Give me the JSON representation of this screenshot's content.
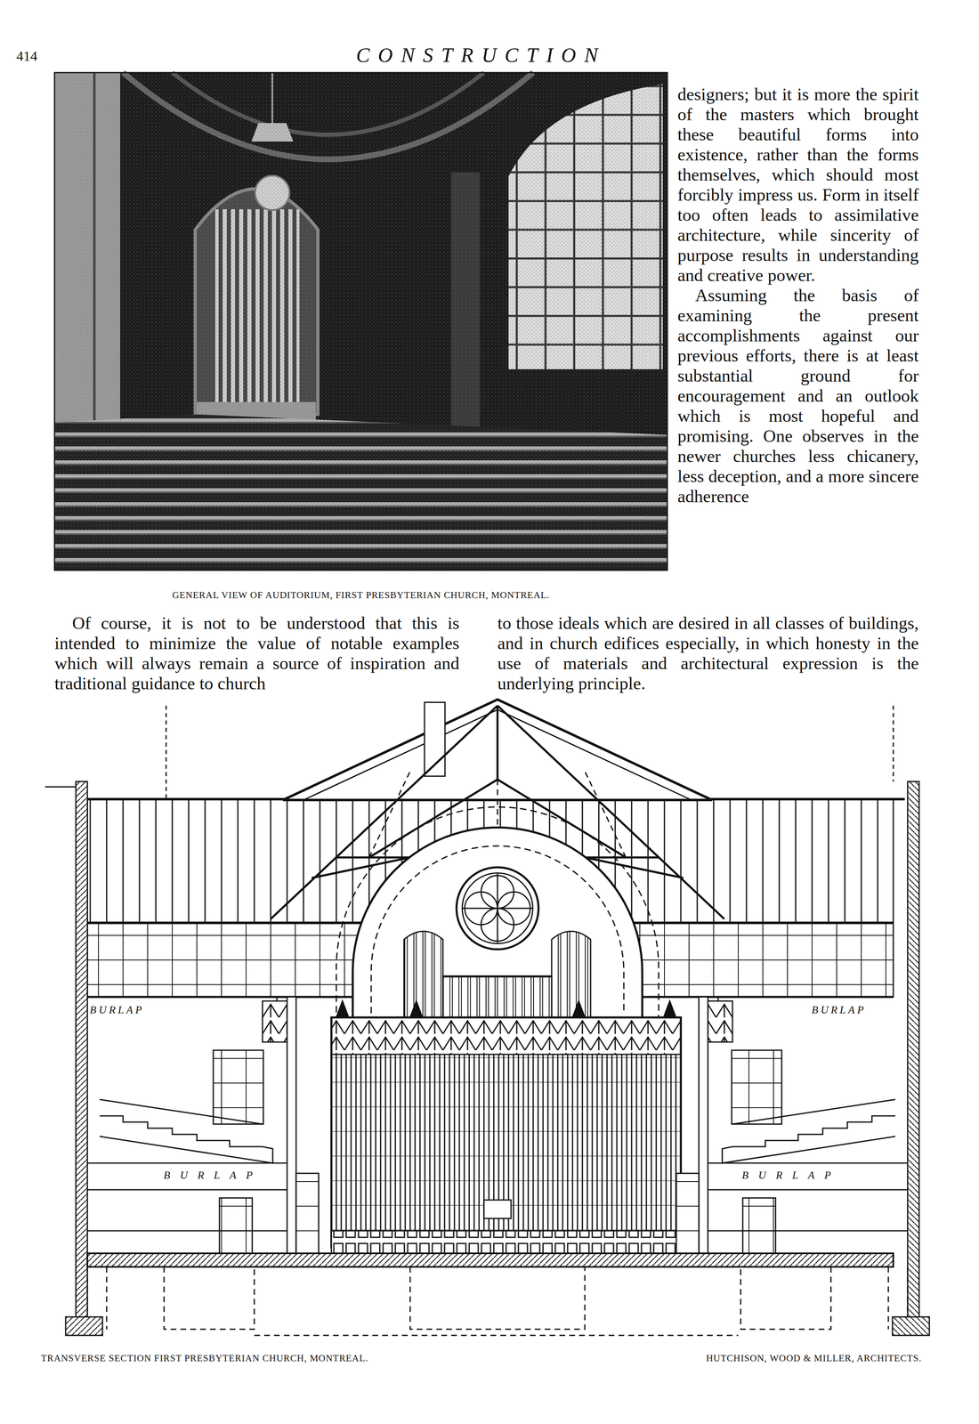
{
  "diagram": {
    "title": "CONSTRUCTION",
    "caption": "TRANSVERSE SECTION FIRST PRESBYTERIAN CHURCH, MONTREAL.",
    "labels": [
      "414",
      "GENERAL VIEW OF AUDITORIUM, FIRST PRESBYTERIAN CHURCH, MONTREAL.",
      "designers; but it is more the spirit of the masters which brought these beautiful forms into existence, rather than the forms themselves, which should most forcibly impress us. Form in itself too often leads to assimilative architecture, while sincerity of purpose results in understanding and creative power.",
      "Assuming the basis of examining the present accomplishments against our previous efforts, there is at least substantial ground for encouragement and an outlook which is most hopeful and promising. One observes in the newer churches less chicanery, less deception, and a more sincere adherence",
      "Of course, it is not to be understood that this is intended to minimize the value of notable examples which will always remain a source of inspiration and traditional guidance to church",
      "to those ideals which are desired in all classes of buildings, and in church edifices especially, in which honesty in the use of materials and architectural expression is the underlying principle.",
      "BURLAP",
      "BURLAP",
      "BURLAP",
      "BURLAP",
      "HUTCHISON, WOOD & MILLER, ARCHITECTS."
    ]
  }
}
